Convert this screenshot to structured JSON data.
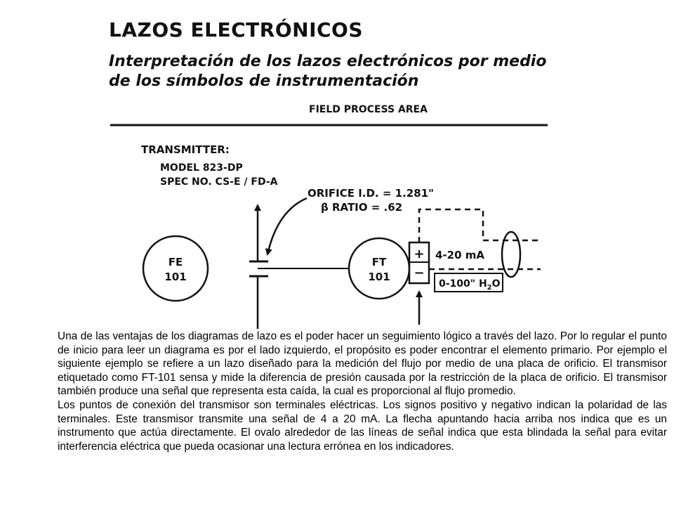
{
  "slide": {
    "title": "LAZOS ELECTRÓNICOS",
    "subtitle": "Interpretación de los lazos electrónicos por medio de los símbolos de instrumentación"
  },
  "diagram": {
    "area_label": "FIELD PROCESS AREA",
    "transmitter_label": "TRANSMITTER:",
    "model_label": "MODEL 823-DP",
    "spec_label": "SPEC NO. CS-E / FD-A",
    "orifice_label": "ORIFICE I.D. = 1.281\"",
    "beta_label": "β  RATIO = .62",
    "fe_tag": "FE",
    "fe_num": "101",
    "ft_tag": "FT",
    "ft_num": "101",
    "plus_sign": "+",
    "minus_sign": "−",
    "signal_label": "4-20 mA",
    "range_label": "0-100\" H",
    "range_sub": "2",
    "range_end": "O"
  },
  "caption": {
    "paragraph1": "Una de las ventajas de los diagramas de lazo es el poder hacer un seguimiento lógico a través del lazo. Por lo regular el punto de inicio para leer un diagrama es por el lado izquierdo, el propósito es poder encontrar el elemento primario. Por ejemplo el siguiente ejemplo se refiere a un lazo diseñado para la medición del flujo por medio de una placa de orificio. El transmisor etiquetado como FT-101 sensa y mide la diferencia de presión causada por la restricción de la placa de orificio. El transmisor también produce una señal que representa esta caída, la cual es proporcional al flujo promedio.",
    "paragraph2": "Los puntos de conexión del transmisor son terminales eléctricas. Los signos positivo y negativo indican la polaridad de las terminales. Este transmisor transmite una señal de 4 a 20 mA. La flecha apuntando hacia arriba nos indica que es un instrumento que actúa directamente. El ovalo alrededor de las líneas de señal indica que esta blindada la señal para evitar interferencia eléctrica que pueda ocasionar una lectura errónea en los indicadores."
  }
}
